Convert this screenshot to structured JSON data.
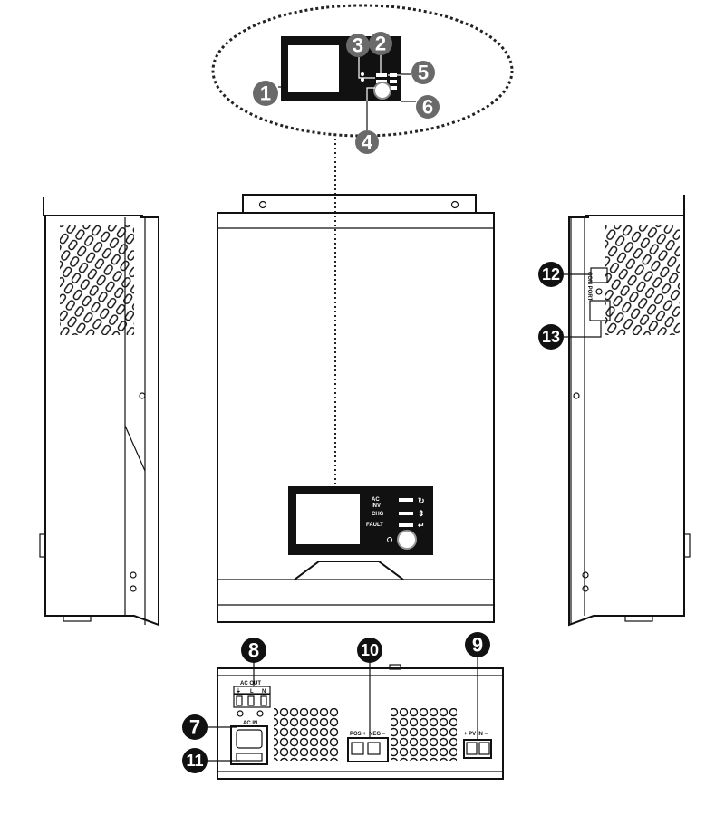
{
  "callouts": [
    "1",
    "2",
    "3",
    "4",
    "5",
    "6",
    "7",
    "8",
    "9",
    "10",
    "11",
    "12",
    "13"
  ],
  "panel_labels": {
    "ac": "AC",
    "inv": "INV",
    "chg": "CHG",
    "fault": "FAULT"
  },
  "rear_labels": {
    "ac_out": "AC OUT",
    "ground": "⏚",
    "l": "L",
    "n": "N",
    "ac_in": "AC IN",
    "pos": "POS +",
    "neg": "NEG −",
    "pv_in": "+ PV IN −"
  },
  "side_labels": {
    "com_port": "COM PORT"
  }
}
